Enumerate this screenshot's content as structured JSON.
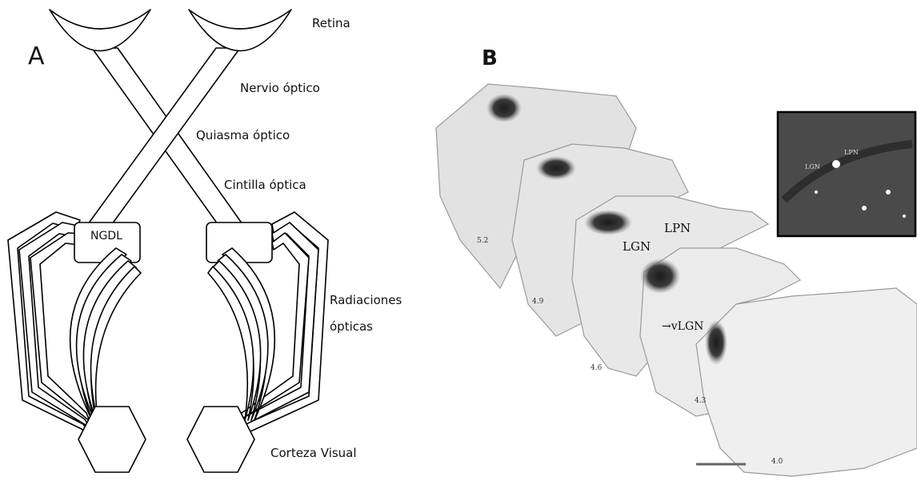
{
  "panel_a": {
    "letter": "A",
    "labels": {
      "retina": "Retina",
      "optic_nerve": "Nervio óptico",
      "chiasm": "Quiasma óptico",
      "tract": "Cintilla óptica",
      "ngdl": "NGDL",
      "radiations_1": "Radiaciones",
      "radiations_2": "ópticas",
      "cortex": "Corteza Visual"
    }
  },
  "panel_b": {
    "letter": "B",
    "labels": {
      "lpn": "LPN",
      "lgn": "LGN",
      "vlgn": "vLGN",
      "inset_lgn": "LGN",
      "inset_lpn": "LPN"
    },
    "section_numbers": [
      "5.2",
      "4.9",
      "4.6",
      "4.3",
      "4.0"
    ]
  }
}
